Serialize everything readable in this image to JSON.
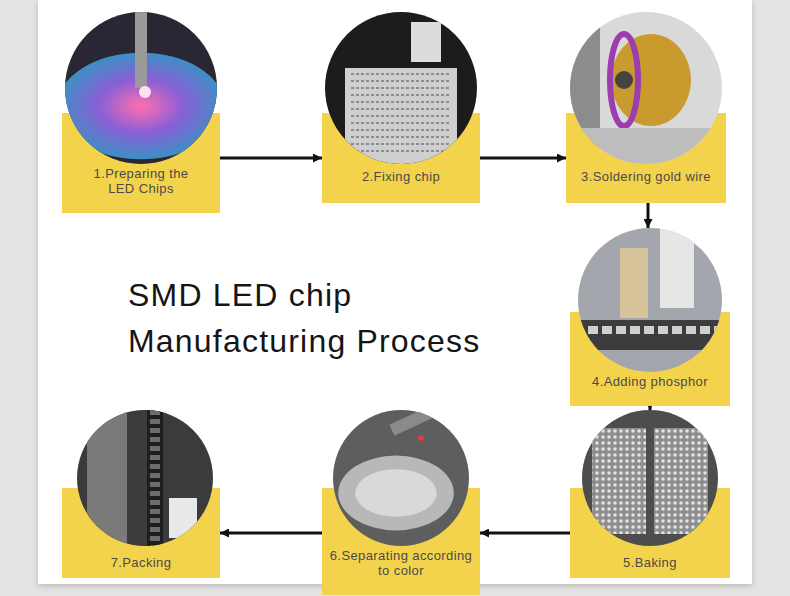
{
  "diagram": {
    "title": "SMD LED chip Manufacturing Process",
    "nodes": [
      {
        "text": [
          "1.Preparing the LED Chips"
        ]
      },
      {
        "text": [
          "2.Fixing chip"
        ]
      },
      {
        "text": [
          "3.Soldering gold wire"
        ]
      },
      {
        "text": [
          "4.Adding phosphor"
        ]
      },
      {
        "text": [
          "5.Baking"
        ]
      },
      {
        "text": [
          "6.Separating according to color"
        ]
      },
      {
        "text": [
          "7.Packing"
        ]
      }
    ],
    "edges": [
      {
        "from": 0,
        "to": 1,
        "arrow": "to"
      },
      {
        "from": 1,
        "to": 2,
        "arrow": "to"
      },
      {
        "from": 2,
        "to": 3,
        "arrow": "to"
      },
      {
        "from": 3,
        "to": 4,
        "arrow": "to"
      },
      {
        "from": 4,
        "to": 5,
        "arrow": "to"
      },
      {
        "from": 5,
        "to": 6,
        "arrow": "to"
      }
    ]
  }
}
